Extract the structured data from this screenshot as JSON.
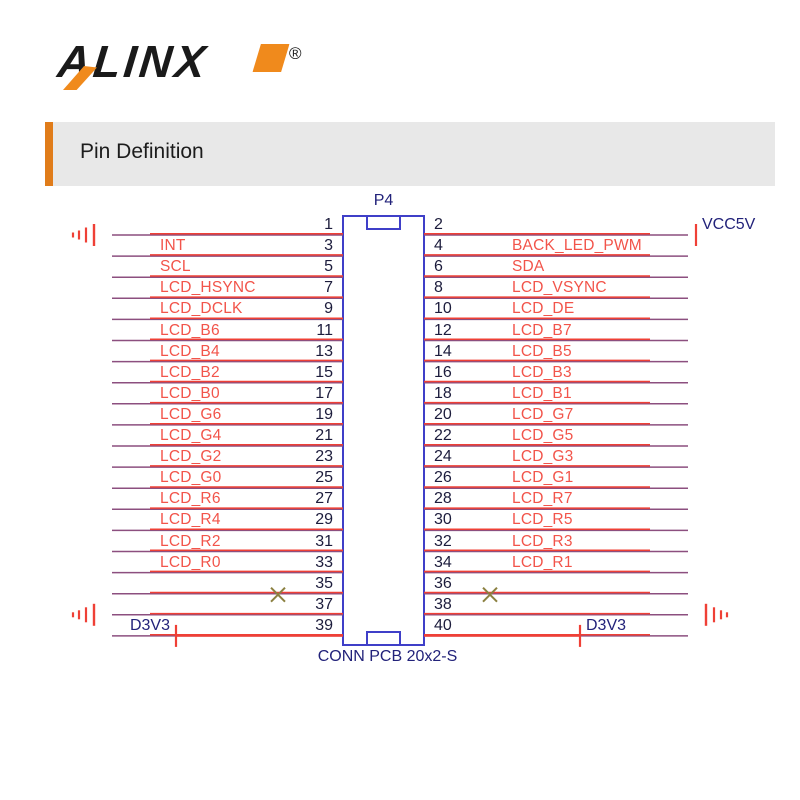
{
  "brand": {
    "name": "ALINX",
    "registered_mark": "®"
  },
  "header": {
    "title": "Pin Definition"
  },
  "schematic": {
    "designator": "P4",
    "footer": "CONN PCB 20x2-S",
    "power_left_top": "",
    "power_right_top": "VCC5V",
    "power_left_bottom": "D3V3",
    "power_right_bottom": "D3V3",
    "ground_left_top": "gnd-symbol",
    "ground_left_bottom": "gnd-symbol",
    "ground_right_bottom": "gnd-symbol",
    "no_connect_left": "x-mark-icon",
    "no_connect_right": "x-mark-icon",
    "colors": {
      "net_red": "#f2544a",
      "wire_red": "#ef4036",
      "wire_purple": "#8c4f7f",
      "body_blue": "#3f3fc8",
      "pin_num_blue": "#22227a",
      "no_connect": "#8b8040",
      "accent_orange": "#e07c1a",
      "title_grey": "#e8e8e8"
    },
    "left_pins": [
      {
        "num": "1",
        "label": ""
      },
      {
        "num": "3",
        "label": "INT"
      },
      {
        "num": "5",
        "label": "SCL"
      },
      {
        "num": "7",
        "label": "LCD_HSYNC"
      },
      {
        "num": "9",
        "label": "LCD_DCLK"
      },
      {
        "num": "11",
        "label": "LCD_B6"
      },
      {
        "num": "13",
        "label": "LCD_B4"
      },
      {
        "num": "15",
        "label": "LCD_B2"
      },
      {
        "num": "17",
        "label": "LCD_B0"
      },
      {
        "num": "19",
        "label": "LCD_G6"
      },
      {
        "num": "21",
        "label": "LCD_G4"
      },
      {
        "num": "23",
        "label": "LCD_G2"
      },
      {
        "num": "25",
        "label": "LCD_G0"
      },
      {
        "num": "27",
        "label": "LCD_R6"
      },
      {
        "num": "29",
        "label": "LCD_R4"
      },
      {
        "num": "31",
        "label": "LCD_R2"
      },
      {
        "num": "33",
        "label": "LCD_R0"
      },
      {
        "num": "35",
        "label": ""
      },
      {
        "num": "37",
        "label": ""
      },
      {
        "num": "39",
        "label": ""
      }
    ],
    "right_pins": [
      {
        "num": "2",
        "label": ""
      },
      {
        "num": "4",
        "label": "BACK_LED_PWM"
      },
      {
        "num": "6",
        "label": "SDA"
      },
      {
        "num": "8",
        "label": "LCD_VSYNC"
      },
      {
        "num": "10",
        "label": "LCD_DE"
      },
      {
        "num": "12",
        "label": "LCD_B7"
      },
      {
        "num": "14",
        "label": "LCD_B5"
      },
      {
        "num": "16",
        "label": "LCD_B3"
      },
      {
        "num": "18",
        "label": "LCD_B1"
      },
      {
        "num": "20",
        "label": "LCD_G7"
      },
      {
        "num": "22",
        "label": "LCD_G5"
      },
      {
        "num": "24",
        "label": "LCD_G3"
      },
      {
        "num": "26",
        "label": "LCD_G1"
      },
      {
        "num": "28",
        "label": "LCD_R7"
      },
      {
        "num": "30",
        "label": "LCD_R5"
      },
      {
        "num": "32",
        "label": "LCD_R3"
      },
      {
        "num": "34",
        "label": "LCD_R1"
      },
      {
        "num": "36",
        "label": ""
      },
      {
        "num": "38",
        "label": ""
      },
      {
        "num": "40",
        "label": ""
      }
    ]
  }
}
